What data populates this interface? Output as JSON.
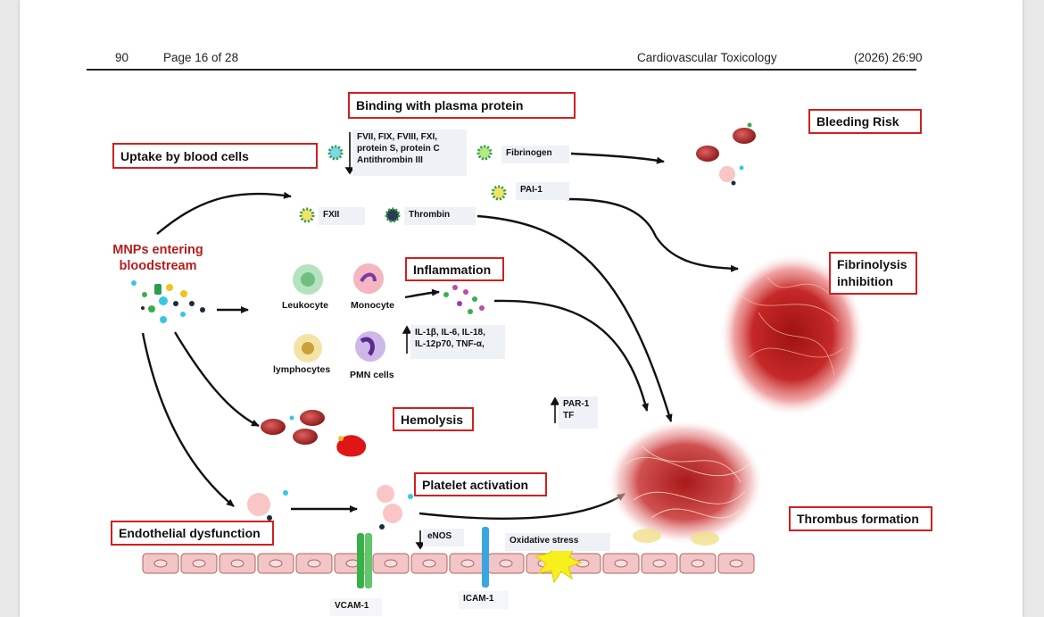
{
  "header": {
    "page_num": "90",
    "page_of": "Page 16 of 28",
    "journal": "Cardiovascular Toxicology",
    "citation": "(2026)  26:90"
  },
  "boxes": {
    "binding": "Binding with plasma protein",
    "uptake": "Uptake by blood cells",
    "bleeding": "Bleeding Risk",
    "fibrinolysis_1": "Fibrinolysis",
    "fibrinolysis_2": "inhibition",
    "inflammation": "Inflammation",
    "hemolysis": "Hemolysis",
    "platelet": "Platelet activation",
    "endothelial": "Endothelial dysfunction",
    "thrombus": "Thrombus formation"
  },
  "mnp": {
    "line1": "MNPs entering",
    "line2": "bloodstream"
  },
  "proteins": {
    "factors_1": "FVII, FIX, FVIII, FXI,",
    "factors_2": "protein S, protein C",
    "factors_3": "Antithrombin III",
    "fibrinogen": "Fibrinogen",
    "pai": "PAI-1",
    "fxii": "FXII",
    "thrombin": "Thrombin"
  },
  "cells": {
    "leukocyte": "Leukocyte",
    "monocyte": "Monocyte",
    "lymphocytes": "lymphocytes",
    "pmn": "PMN cells"
  },
  "cytokines": {
    "line1": "IL-1β, IL-6, IL-18,",
    "line2": "IL-12p70, TNF-α,"
  },
  "par": {
    "line1": "PAR-1",
    "line2": "TF"
  },
  "endothelium": {
    "enos": "eNOS",
    "oxidative": "Oxidative stress",
    "vcam": "VCAM-1",
    "icam": "ICAM-1"
  },
  "colors": {
    "box_border": "#d02020",
    "mnp_title": "#b51d1d",
    "label_bg": "#eef2f7",
    "endothelial_cell": "#f2c6c6",
    "clot": "#c62828"
  }
}
